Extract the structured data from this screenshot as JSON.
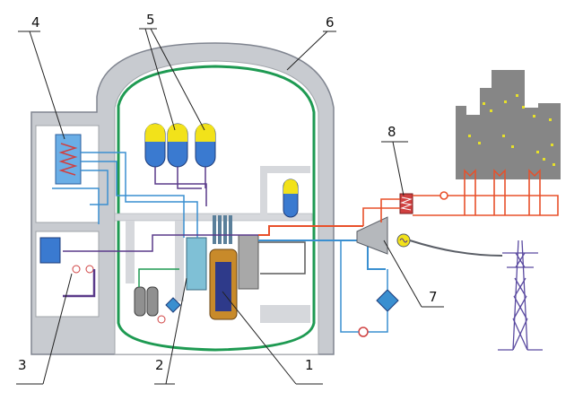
{
  "labels": {
    "reactor": "1",
    "heat_exchanger": "2",
    "tank_3": "3",
    "tank_4": "4",
    "accumulators": "5",
    "containment": "6",
    "turbine": "7",
    "heat_user": "8"
  },
  "colors": {
    "containment_fill": "#c8cbd0",
    "containment_stroke": "#808590",
    "inner_liner": "#1e9a52",
    "floor": "#d6d8dc",
    "hot_pipe": "#e8502a",
    "cold_pipe": "#3a8fd0",
    "purple_pipe": "#5a3a8a",
    "accumulator_yellow": "#f2e21a",
    "accumulator_blue": "#3a7ad0",
    "city": "#868686",
    "window": "#e6e02a",
    "pylon": "#5a4aa0"
  }
}
